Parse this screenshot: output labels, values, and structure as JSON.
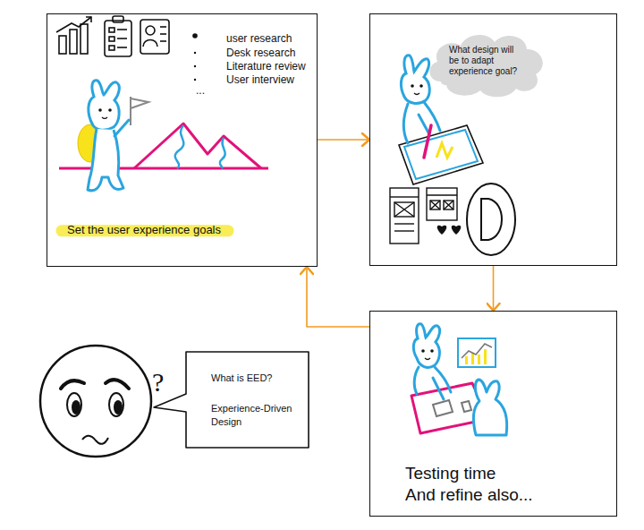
{
  "diagram": {
    "nodes": [
      {
        "text": [
          "user research",
          "Desk research",
          "Literature review",
          "User interview",
          "...",
          "Set the user experience goals"
        ]
      },
      {
        "text": []
      },
      {
        "text": [
          "What design will be to adapt experience goal?"
        ],
        "in": 1
      },
      {
        "text": [
          "Testing time",
          "And refine also..."
        ]
      },
      {
        "text": [
          "What is EED?",
          "Experience-Driven Design"
        ]
      }
    ],
    "edges": [
      {
        "from": 0,
        "to": 1,
        "arrow": "to"
      },
      {
        "from": 1,
        "to": 3,
        "arrow": "to"
      },
      {
        "from": 3,
        "to": 0,
        "arrow": "to"
      }
    ],
    "labels": [
      "?"
    ]
  }
}
